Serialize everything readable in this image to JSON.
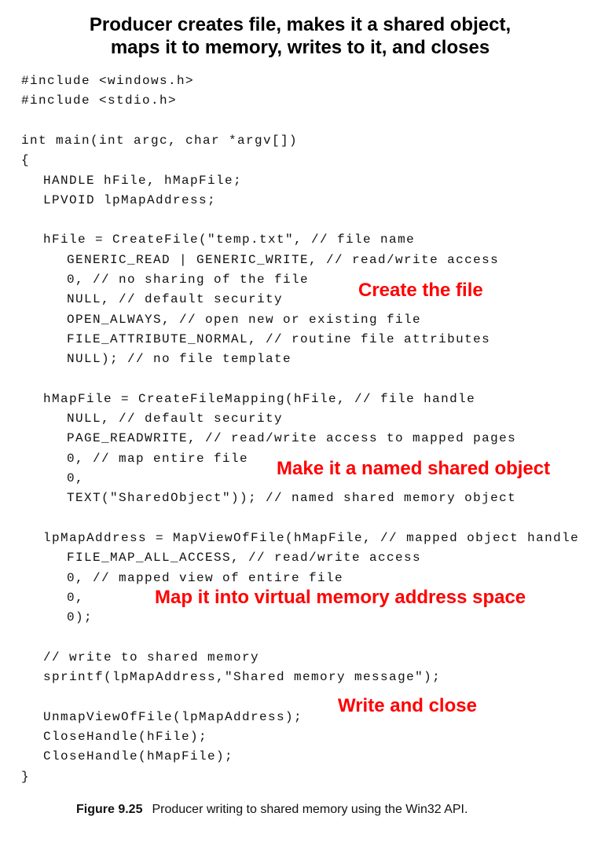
{
  "title": {
    "line1": "Producer creates file, makes it a shared object,",
    "line2": "maps it to memory, writes to it, and closes"
  },
  "code": [
    {
      "indent": 0,
      "text": "#include <windows.h>"
    },
    {
      "indent": 0,
      "text": "#include <stdio.h>"
    },
    {
      "indent": 0,
      "text": ""
    },
    {
      "indent": 0,
      "text": "int main(int argc, char *argv[])"
    },
    {
      "indent": 0,
      "text": "{"
    },
    {
      "indent": 1,
      "text": "HANDLE hFile, hMapFile;"
    },
    {
      "indent": 1,
      "text": "LPVOID lpMapAddress;"
    },
    {
      "indent": 0,
      "text": ""
    },
    {
      "indent": 1,
      "text": "hFile = CreateFile(\"temp.txt\", // file name"
    },
    {
      "indent": 2,
      "text": "GENERIC_READ | GENERIC_WRITE, // read/write access"
    },
    {
      "indent": 2,
      "text": "0, // no sharing of the file"
    },
    {
      "indent": 2,
      "text": "NULL, // default security"
    },
    {
      "indent": 2,
      "text": "OPEN_ALWAYS, // open new or existing file"
    },
    {
      "indent": 2,
      "text": "FILE_ATTRIBUTE_NORMAL, // routine file attributes"
    },
    {
      "indent": 2,
      "text": "NULL); // no file template"
    },
    {
      "indent": 0,
      "text": ""
    },
    {
      "indent": 1,
      "text": "hMapFile = CreateFileMapping(hFile, // file handle"
    },
    {
      "indent": 2,
      "text": "NULL, // default security"
    },
    {
      "indent": 2,
      "text": "PAGE_READWRITE, // read/write access to mapped pages"
    },
    {
      "indent": 2,
      "text": "0, // map entire file"
    },
    {
      "indent": 2,
      "text": "0,"
    },
    {
      "indent": 2,
      "text": "TEXT(\"SharedObject\")); // named shared memory object"
    },
    {
      "indent": 0,
      "text": ""
    },
    {
      "indent": 1,
      "text": "lpMapAddress = MapViewOfFile(hMapFile, // mapped object handle"
    },
    {
      "indent": 2,
      "text": "FILE_MAP_ALL_ACCESS, // read/write access"
    },
    {
      "indent": 2,
      "text": "0, // mapped view of entire file"
    },
    {
      "indent": 2,
      "text": "0,"
    },
    {
      "indent": 2,
      "text": "0);"
    },
    {
      "indent": 0,
      "text": ""
    },
    {
      "indent": 1,
      "text": "// write to shared memory"
    },
    {
      "indent": 1,
      "text": "sprintf(lpMapAddress,\"Shared memory message\");"
    },
    {
      "indent": 0,
      "text": ""
    },
    {
      "indent": 1,
      "text": "UnmapViewOfFile(lpMapAddress);"
    },
    {
      "indent": 1,
      "text": "CloseHandle(hFile);"
    },
    {
      "indent": 1,
      "text": "CloseHandle(hMapFile);"
    },
    {
      "indent": 0,
      "text": "}"
    }
  ],
  "annotations": {
    "create": "Create the file",
    "shared": "Make it a named shared object",
    "map": "Map it into virtual memory address space",
    "write": "Write and close"
  },
  "caption": {
    "label": "Figure 9.25",
    "text": "Producer writing to shared memory using the Win32 API."
  },
  "colors": {
    "annotation": "#ff0000"
  }
}
